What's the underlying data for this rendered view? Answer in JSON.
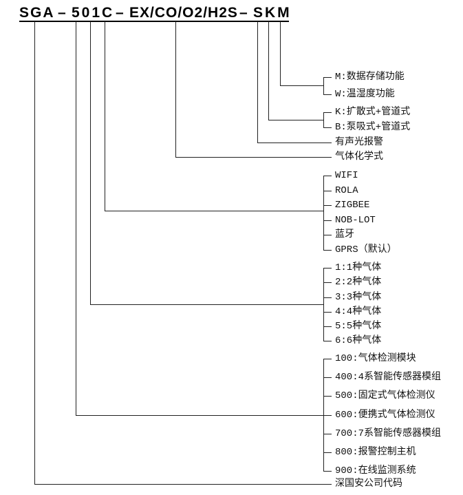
{
  "title": {
    "company_code": "SGA",
    "separator": "–",
    "series_code": "501C",
    "gas_code": "EX/CO/O2/H2S",
    "suffix_code": "SKM"
  },
  "colors": {
    "background": "#ffffff",
    "line": "#1f1f1f",
    "text": "#000000"
  },
  "callouts": {
    "storage": {
      "items": [
        "M:数据存储功能",
        "W:温湿度功能"
      ]
    },
    "sampling": {
      "items": [
        "K:扩散式+管道式",
        "B:泵吸式+管道式"
      ]
    },
    "alarm": {
      "label": "有声光报警"
    },
    "gas_formula": {
      "label": "气体化学式"
    },
    "wireless": {
      "items": [
        "WIFI",
        "ROLA",
        "ZIGBEE",
        "NOB-LOT",
        "蓝牙",
        "GPRS（默认）"
      ]
    },
    "gas_count": {
      "items": [
        "1:1种气体",
        "2:2种气体",
        "3:3种气体",
        "4:4种气体",
        "5:5种气体",
        "6:6种气体"
      ]
    },
    "series": {
      "items": [
        "100:气体检测模块",
        "400:4系智能传感器模组",
        "500:固定式气体检测仪",
        "600:便携式气体检测仪",
        "700:7系智能传感器模组",
        "800:报警控制主机",
        "900:在线监测系统"
      ]
    },
    "company": {
      "label": "深国安公司代码"
    }
  }
}
